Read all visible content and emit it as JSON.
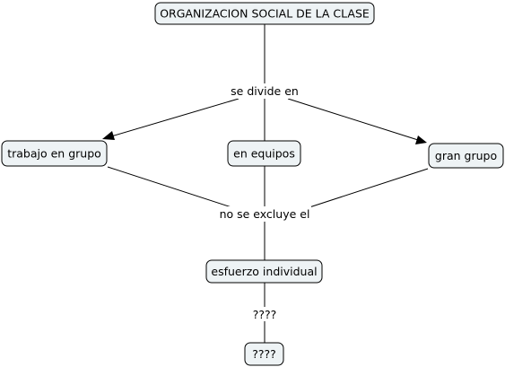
{
  "concepts": {
    "root": "ORGANIZACION SOCIAL DE LA CLASE",
    "group_work": "trabajo en grupo",
    "teams": "en equipos",
    "big_group": "gran grupo",
    "individual_effort": "esfuerzo individual",
    "unknown": "????"
  },
  "links": {
    "divides_into": "se divide en",
    "not_excluded": "no se excluye el",
    "unknown_link": "????"
  },
  "colors": {
    "node_fill": "#eef3f5",
    "node_border": "#000000",
    "line": "#000000",
    "background": "#ffffff"
  }
}
